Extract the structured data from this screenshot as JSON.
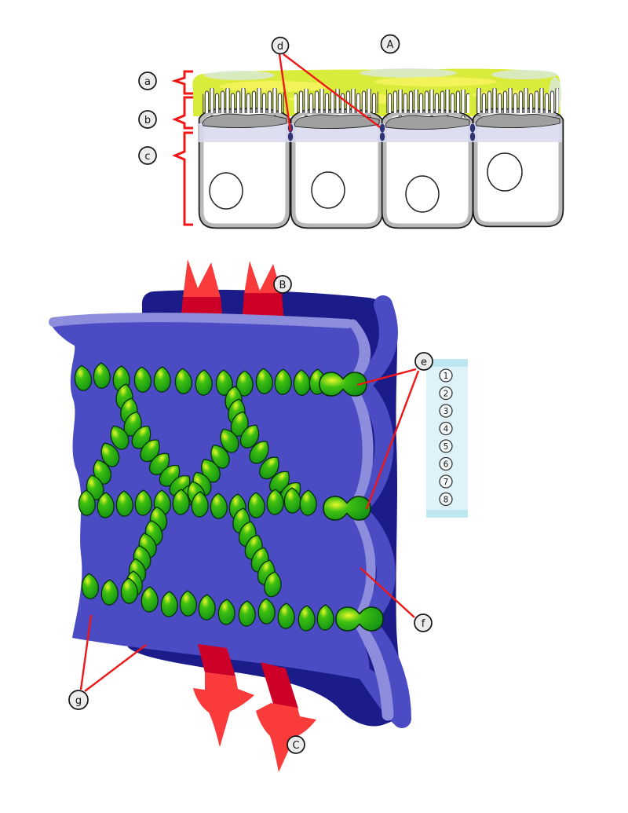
{
  "colors": {
    "red": "#ee1616",
    "navy": "#1b1b8a",
    "blue": "#4b4bc4",
    "periwinkle": "#8d8ddd",
    "mucus": "#d9ec3c",
    "mucus_yellow": "#f4f45c",
    "mucus_pale": "#d8ead6",
    "lavender": "#d9d9ef",
    "legend_bg": "#def2f9",
    "legend_cap": "#bfe7f2",
    "bead_hi": "#e9f829",
    "bead_mid": "#3fc011",
    "bead_dark": "#0a8a14",
    "arrow_bright": "#fa3b3b",
    "arrow_dark": "#cd0127",
    "membrane_gray": "#b8b8b8",
    "cap_gray": "#a0a0a0",
    "label_bg": "#ececec"
  },
  "panel_top": {
    "label_A": "A",
    "label_d": "d",
    "bracket_labels": {
      "a": "a",
      "b": "b",
      "c": "c"
    }
  },
  "panel_bottom": {
    "label_B": "B",
    "label_C": "C",
    "label_e": "e",
    "label_f": "f",
    "label_g": "g",
    "legend": {
      "items": [
        {
          "label": "1"
        },
        {
          "label": "2"
        },
        {
          "label": "3"
        },
        {
          "label": "4"
        },
        {
          "label": "5"
        },
        {
          "label": "6"
        },
        {
          "label": "7"
        },
        {
          "label": "8"
        }
      ]
    }
  }
}
